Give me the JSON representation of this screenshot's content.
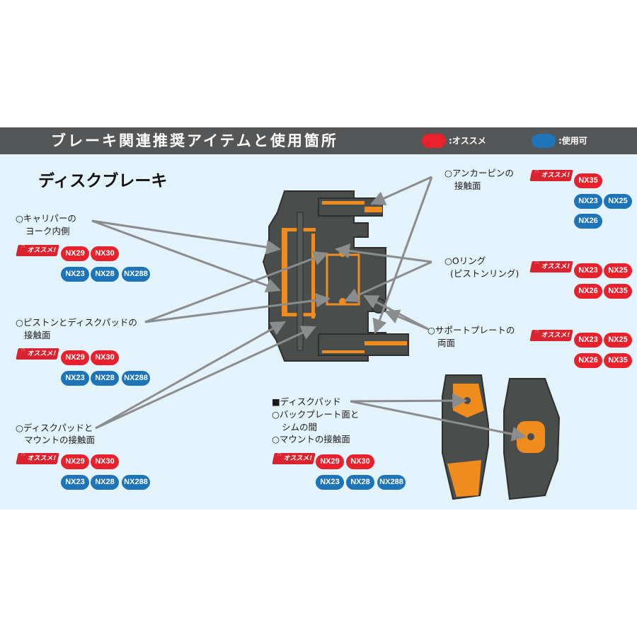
{
  "header": {
    "title": "ブレーキ関連推奨アイテムと使用箇所",
    "legend_recommended": ":オススメ",
    "legend_usable": ":使用可",
    "color_recommended": "#e8212d",
    "color_usable": "#1e74b8"
  },
  "section_title": "ディスクブレーキ",
  "osusume_label": "オススメ!",
  "groups": {
    "caliper_yoke": {
      "line1": "○キャリパーの",
      "line2": "ヨーク内側",
      "red": [
        "NX29",
        "NX30"
      ],
      "blue": [
        "NX23",
        "NX28",
        "NX288"
      ]
    },
    "piston_pad": {
      "line1": "○ピストンとディスクパッドの",
      "line2": "接触面",
      "red": [
        "NX29",
        "NX30"
      ],
      "blue": [
        "NX23",
        "NX28",
        "NX288"
      ]
    },
    "pad_mount": {
      "line1": "○ディスクパッドと",
      "line2": "マウントの接触面",
      "red": [
        "NX29",
        "NX30"
      ],
      "blue": [
        "NX23",
        "NX28",
        "NX288"
      ]
    },
    "anchor_pin": {
      "line1": "○アンカーピンの",
      "line2": "接触面",
      "red": [
        "NX35"
      ],
      "blue": [
        "NX23",
        "NX25",
        "NX26"
      ]
    },
    "o_ring": {
      "line1": "○Oリング",
      "line2": "(ピストンリング)",
      "red": [
        "NX23",
        "NX25",
        "NX26",
        "NX35"
      ]
    },
    "support_plate": {
      "line1": "○サポートプレートの",
      "line2": "両面",
      "red": [
        "NX23",
        "NX25",
        "NX26",
        "NX35"
      ]
    },
    "disc_pad": {
      "line1": "■ディスクパッド",
      "line2": "○バックプレート面と",
      "line3": "シムの間",
      "line4": "○マウントの接触面",
      "red": [
        "NX29",
        "NX30"
      ],
      "blue": [
        "NX23",
        "NX28",
        "NX288"
      ]
    }
  }
}
